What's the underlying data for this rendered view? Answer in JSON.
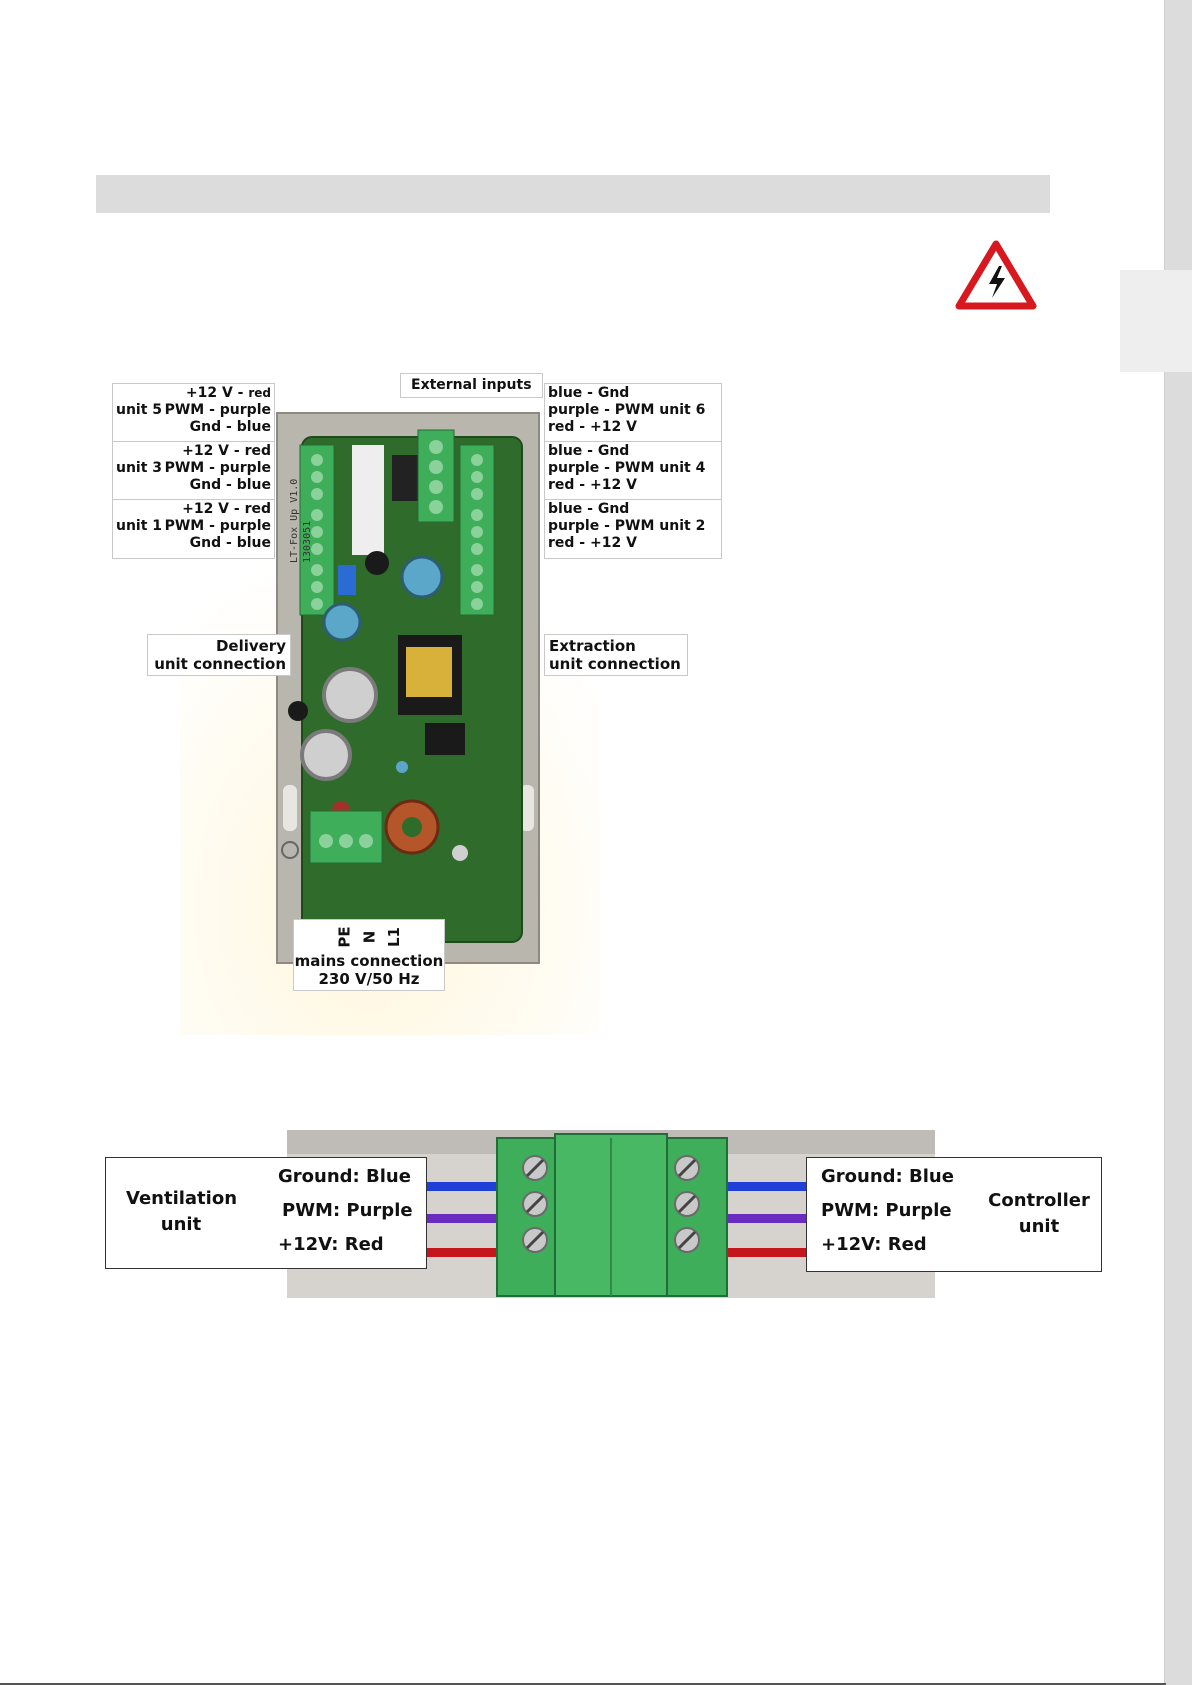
{
  "warning_icon": "high-voltage-warning-icon",
  "pcb": {
    "external_inputs": "External inputs",
    "board_text": [
      "LT-Fox Up V1.0",
      "1303051"
    ],
    "left_labels": [
      {
        "unit": "unit  5",
        "line1a": "+12 V - ",
        "line1b": "red",
        "line2": "PWM - purple",
        "line3": "Gnd - blue"
      },
      {
        "unit": "unit  3",
        "line1a": "+12 V - red",
        "line1b": "",
        "line2": "PWM - purple",
        "line3": "Gnd - blue"
      },
      {
        "unit": "unit  1",
        "line1a": "+12 V - red",
        "line1b": "",
        "line2": "PWM - purple",
        "line3": "Gnd - blue"
      }
    ],
    "right_labels": [
      {
        "line1": "blue - Gnd",
        "line2": "purple -  PWM  unit  6",
        "line3": "red - +12 V"
      },
      {
        "line1": "blue - Gnd",
        "line2": "purple -  PWM  unit  4",
        "line3": "red - +12 V"
      },
      {
        "line1": "blue - Gnd",
        "line2": "purple -  PWM  unit  2",
        "line3": "red - +12 V"
      }
    ],
    "delivery": [
      "Delivery",
      "unit connection"
    ],
    "extraction": [
      "Extraction",
      "unit connection"
    ],
    "mains_terminals": [
      "PE",
      "N",
      "L1"
    ],
    "mains": [
      "mains connection",
      "230 V/50 Hz"
    ]
  },
  "connector": {
    "left_title": [
      "Ventilation",
      "unit"
    ],
    "left_lines": [
      "Ground: Blue",
      "PWM: Purple",
      "+12V: Red"
    ],
    "right_title": [
      "Controller",
      "unit"
    ],
    "right_lines": [
      "Ground: Blue",
      "PWM:  Purple",
      "+12V: Red"
    ]
  },
  "colors": {
    "wire_blue": "#1f3fd6",
    "wire_purple": "#6a2cc0",
    "wire_red": "#c4161c",
    "terminal_green": "#3fae5a",
    "pcb_green": "#2f6b2a",
    "warning_red": "#d7191f"
  }
}
